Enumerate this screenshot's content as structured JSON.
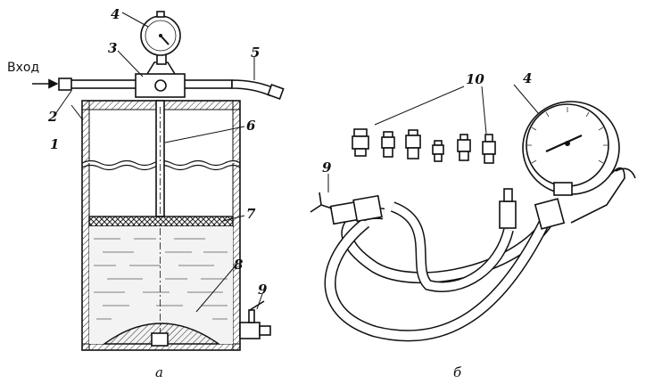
{
  "diagram": {
    "left": {
      "caption": "а",
      "inlet_label": "Вход",
      "callouts": [
        "1",
        "2",
        "3",
        "4",
        "5",
        "6",
        "7",
        "8",
        "9"
      ]
    },
    "right": {
      "caption": "б",
      "callouts": [
        "4",
        "9",
        "10"
      ]
    }
  }
}
